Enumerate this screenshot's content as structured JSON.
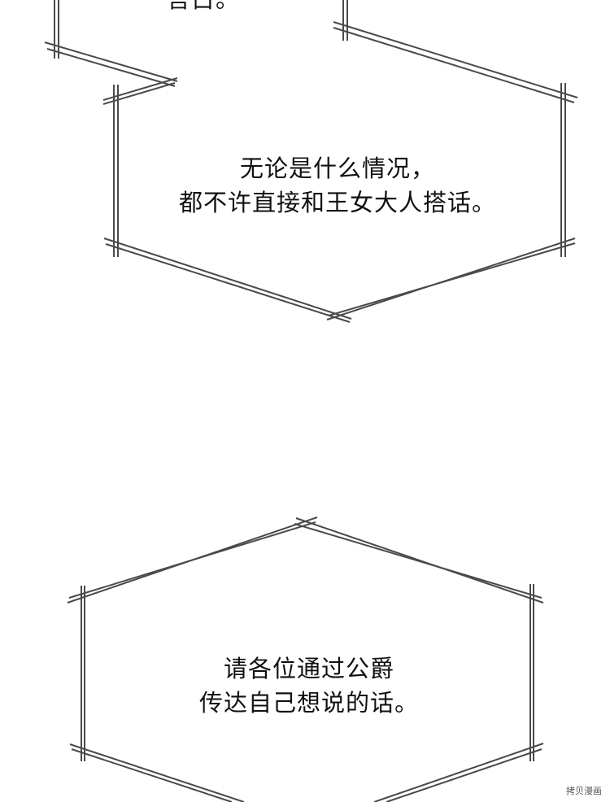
{
  "top_fragment": "言占。",
  "bubble_one": {
    "line1": "无论是什么情况，",
    "line2": "都不许直接和王女大人搭话。"
  },
  "bubble_two": {
    "line1": "请各位通过公爵",
    "line2": "传达自己想说的话。"
  },
  "watermark": "拷贝漫画"
}
